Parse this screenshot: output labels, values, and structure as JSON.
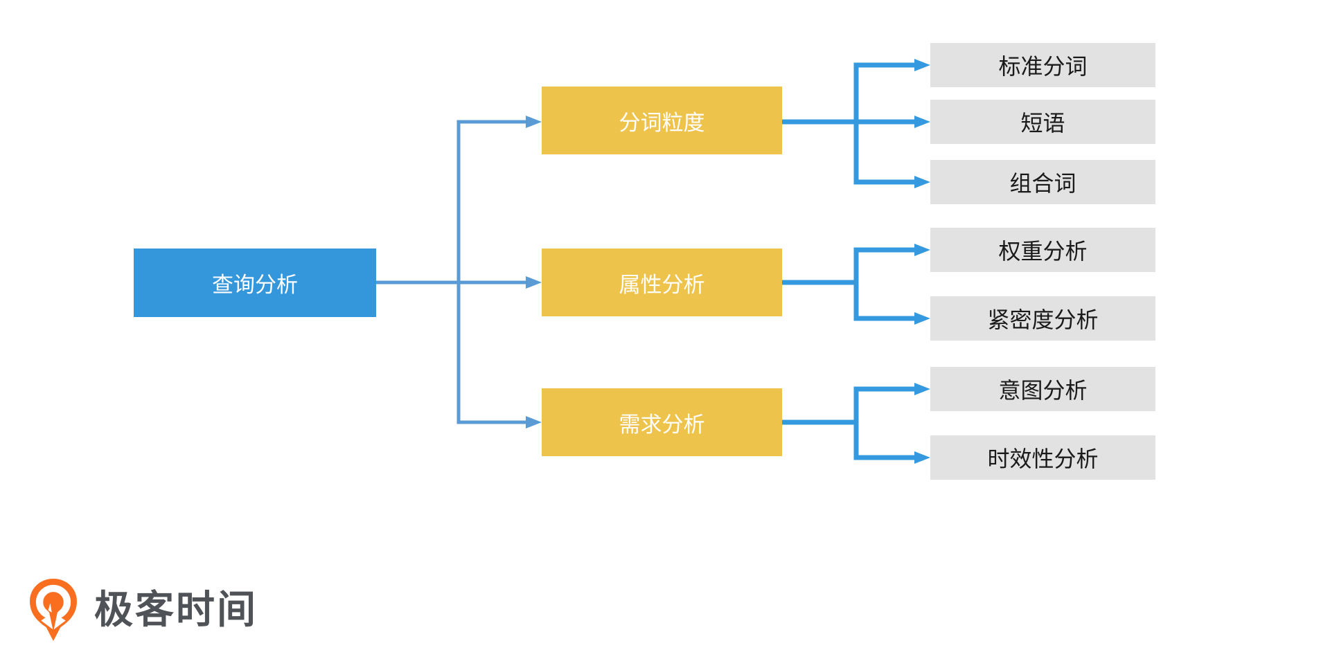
{
  "colors": {
    "root-fill": "#3496DB",
    "branch-fill": "#EEC34B",
    "leaf-fill": "#E2E2E2",
    "connector-muted": "#5B9BD5",
    "connector-bright": "#3499DE",
    "node-text": "#FFFFFF",
    "leaf-text": "#1A1A1A",
    "logo-orange": "#F96F1F",
    "logo-text-color": "#4F5257"
  },
  "diagram": {
    "root": {
      "label": "查询分析"
    },
    "branches": [
      {
        "label": "分词粒度",
        "children": [
          {
            "label": "标准分词"
          },
          {
            "label": "短语"
          },
          {
            "label": "组合词"
          }
        ]
      },
      {
        "label": "属性分析",
        "children": [
          {
            "label": "权重分析"
          },
          {
            "label": "紧密度分析"
          }
        ]
      },
      {
        "label": "需求分析",
        "children": [
          {
            "label": "意图分析"
          },
          {
            "label": "时效性分析"
          }
        ]
      }
    ]
  },
  "logo": {
    "brand": "极客时间"
  }
}
